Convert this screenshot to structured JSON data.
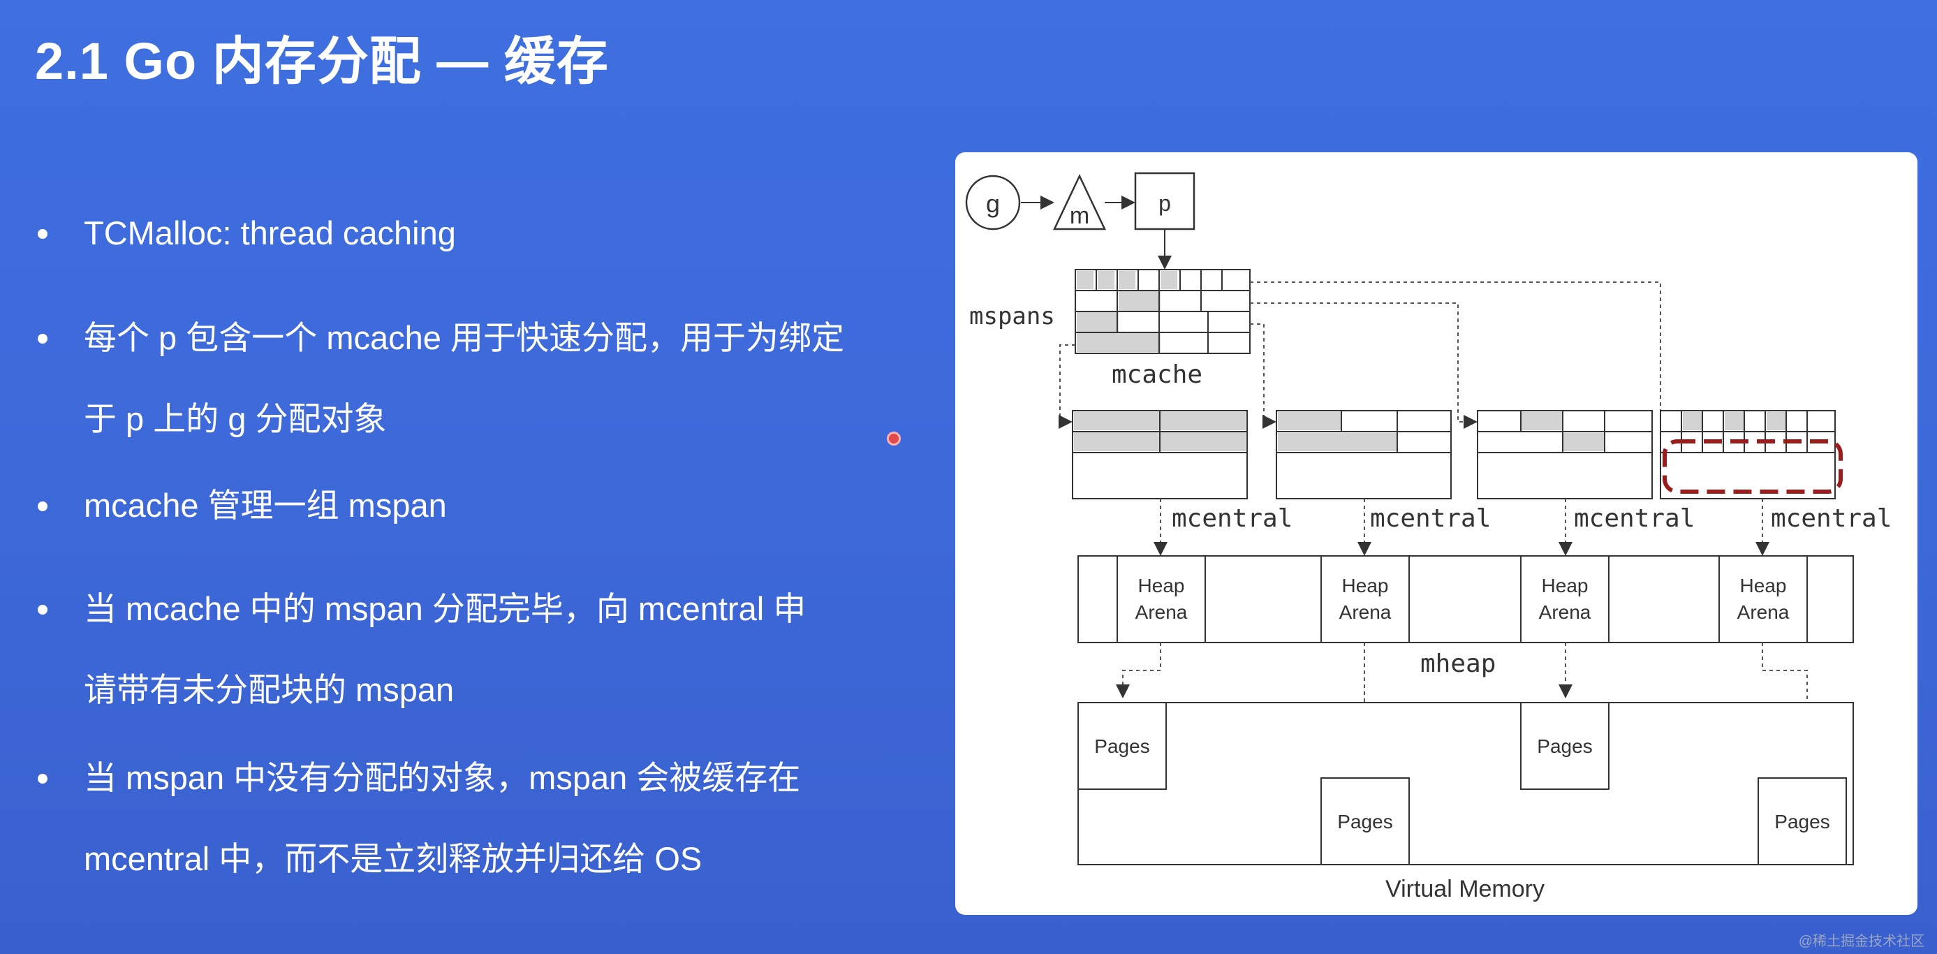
{
  "slide": {
    "title": "2.1 Go 内存分配 — 缓存"
  },
  "bullets": [
    {
      "lines": [
        "TCMalloc: thread caching"
      ]
    },
    {
      "lines": [
        "每个 p 包含一个 mcache 用于快速分配，用于为绑定",
        "于 p 上的 g 分配对象"
      ]
    },
    {
      "lines": [
        "mcache 管理一组 mspan"
      ]
    },
    {
      "lines": [
        "当 mcache 中的 mspan 分配完毕，向 mcentral 申",
        "请带有未分配块的 mspan"
      ]
    },
    {
      "lines": [
        "当 mspan 中没有分配的对象，mspan 会被缓存在",
        "mcentral 中，而不是立刻释放并归还给 OS"
      ]
    }
  ],
  "diagram": {
    "g_label": "g",
    "m_label": "m",
    "p_label": "p",
    "mspans_label": "mspans",
    "mcache_label": "mcache",
    "mcentral_labels": [
      "mcentral",
      "mcentral",
      "mcentral",
      "mcentral"
    ],
    "heap_arena_line1": "Heap",
    "heap_arena_line2": "Arena",
    "mheap_label": "mheap",
    "pages_label": "Pages",
    "virtual_memory_label": "Virtual Memory",
    "colors": {
      "stroke": "#333333",
      "shaded": "#d3d3d3",
      "highlight": "#9b1c1c"
    }
  },
  "watermark": "@稀土掘金技术社区"
}
